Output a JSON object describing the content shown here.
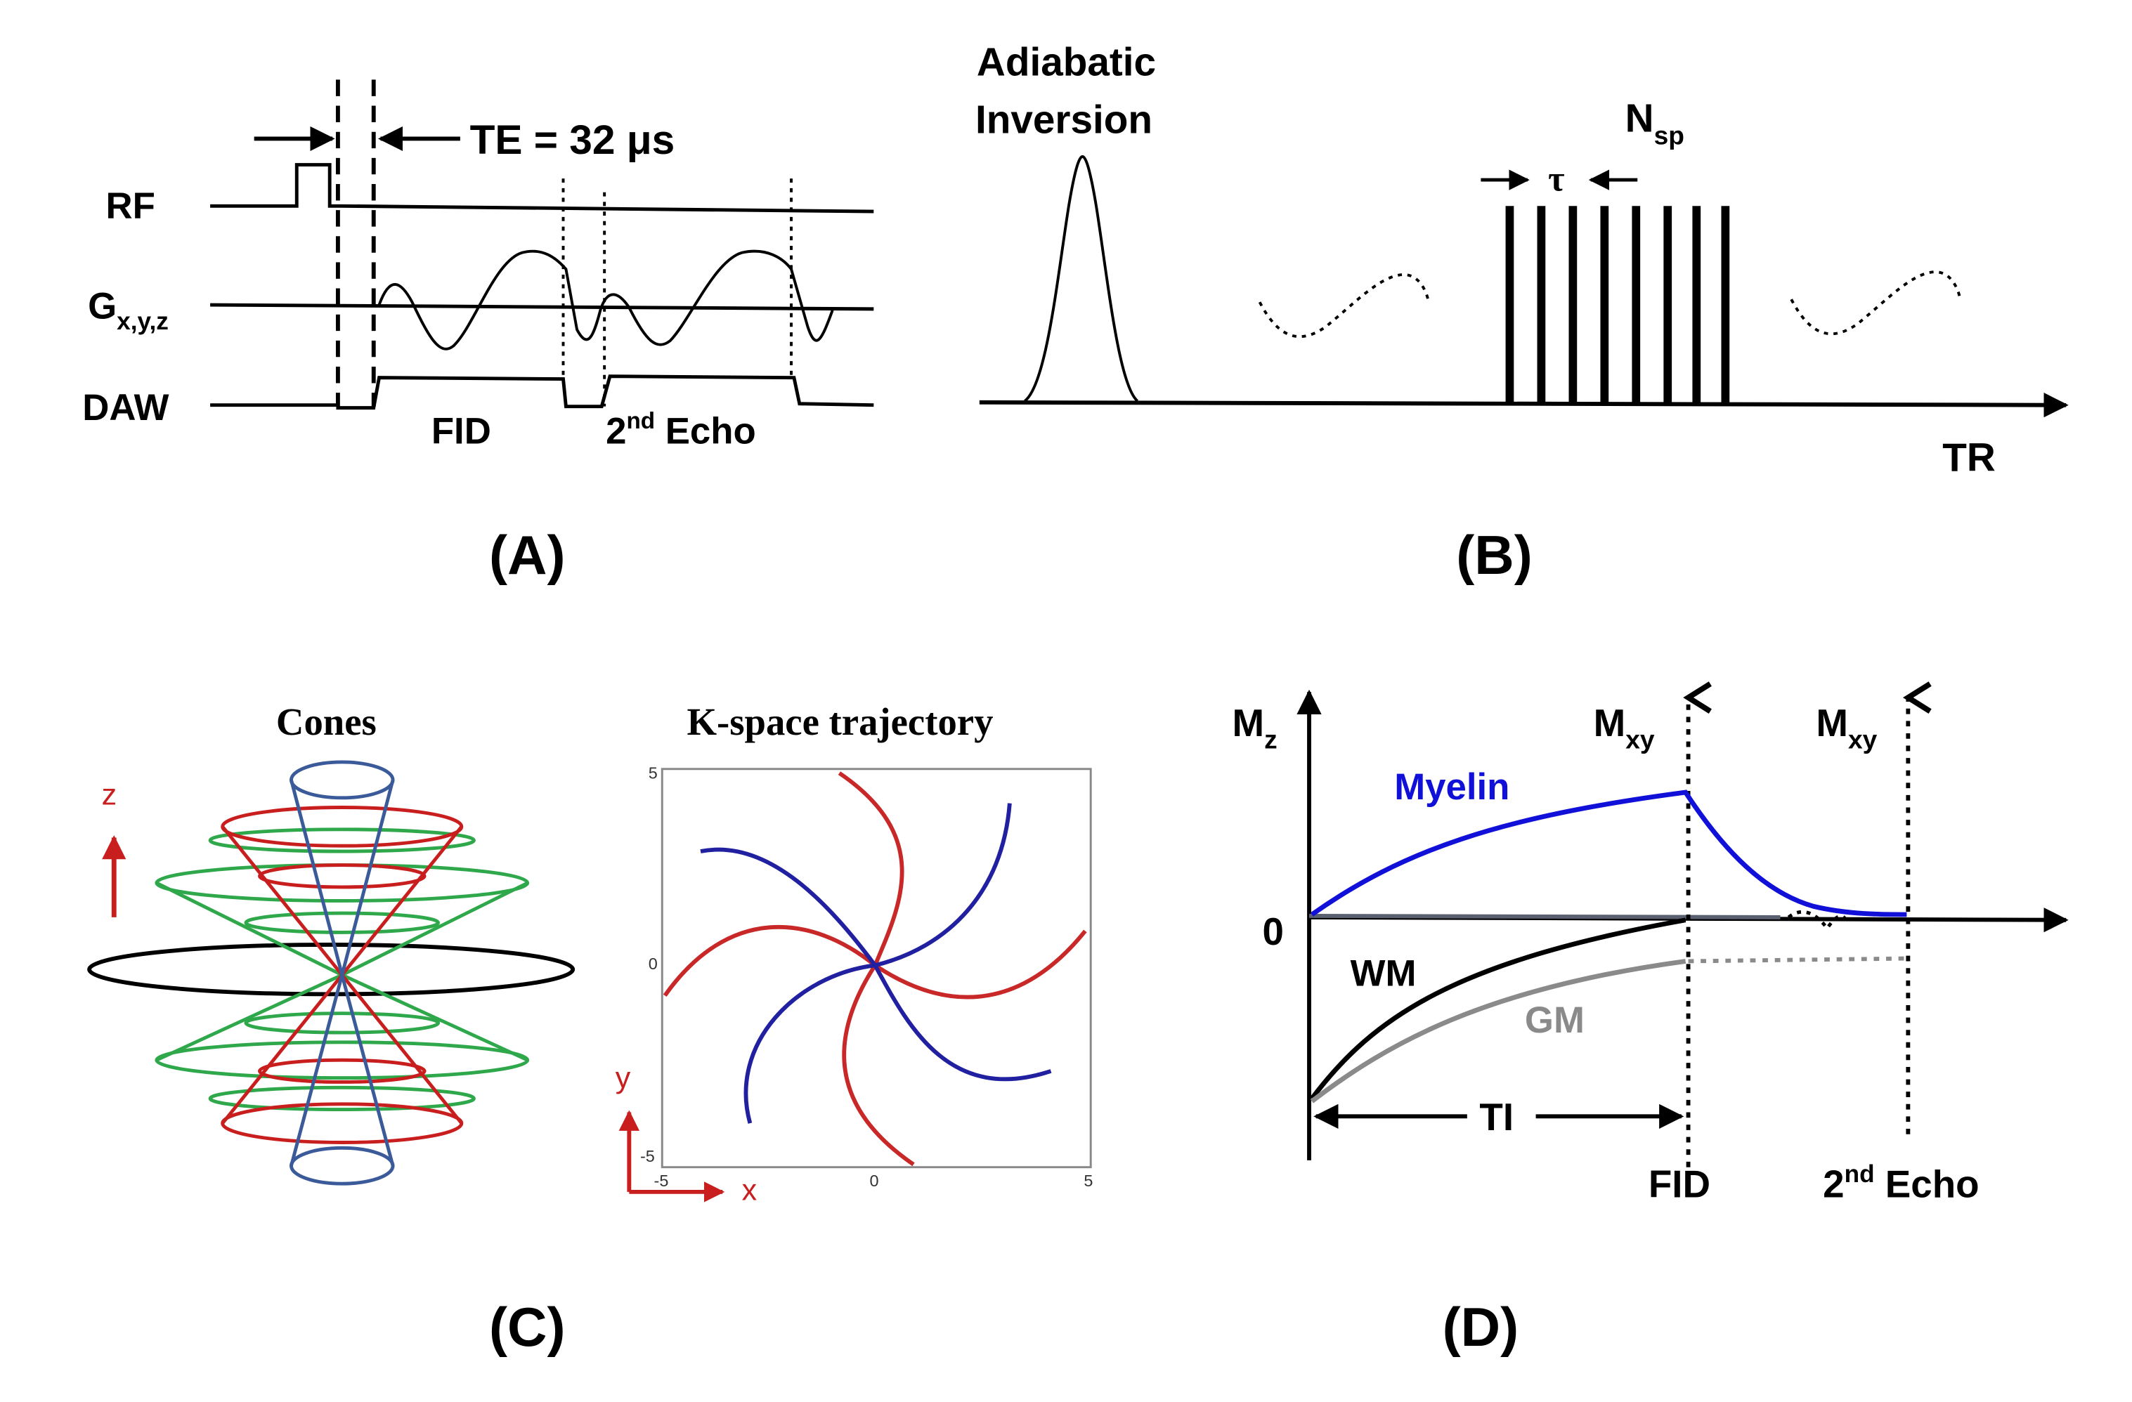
{
  "panels": {
    "a": {
      "caption": "(A)",
      "rows": {
        "rf": "RF",
        "grad_main": "G",
        "grad_sub": "x,y,z",
        "daw": "DAW"
      },
      "te_label": "TE = 32 μs",
      "fid": "FID",
      "echo_pre": "2",
      "echo_sup": "nd",
      "echo_post": " Echo"
    },
    "b": {
      "caption": "(B)",
      "inversion_line1": "Adiabatic",
      "inversion_line2": "Inversion",
      "nsp_main": "N",
      "nsp_sub": "sp",
      "tau": "τ",
      "axis": "TR"
    },
    "c": {
      "caption": "(C)",
      "cones_title": "Cones",
      "kspace_title": "K-space trajectory",
      "axis_z": "z",
      "axis_y": "y",
      "axis_x": "x",
      "ticks": [
        "5",
        "0",
        "-5",
        "-5",
        "0",
        "5"
      ]
    },
    "d": {
      "caption": "(D)",
      "mz_main": "M",
      "mz_sub": "z",
      "mxy_main": "M",
      "mxy_sub": "xy",
      "zero": "0",
      "myelin": "Myelin",
      "wm": "WM",
      "gm": "GM",
      "ti": "TI",
      "fid": "FID",
      "echo_pre": "2",
      "echo_sup": "nd",
      "echo_post": " Echo"
    }
  },
  "colors": {
    "myelin": "#1010d8",
    "gm": "#8a8a8a",
    "red": "#c81e1e",
    "green": "#2ea84a",
    "blue_cone": "#3a5a9a",
    "kspace_blue": "#2020a0",
    "kspace_red": "#c82828"
  }
}
